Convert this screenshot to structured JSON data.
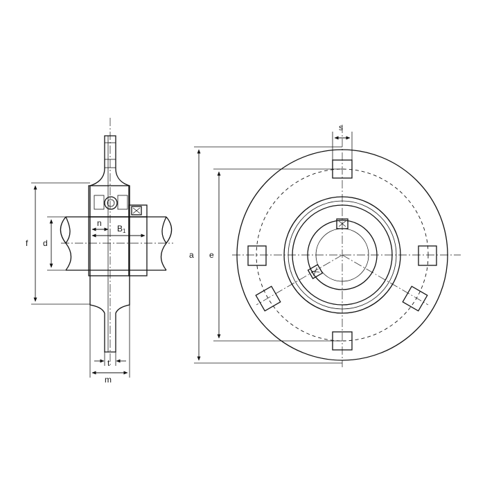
{
  "side_view": {
    "labels": {
      "f": "f",
      "d": "d",
      "n": "n",
      "b1_main": "B",
      "b1_sub": "1",
      "t": "t",
      "m": "m"
    }
  },
  "front_view": {
    "labels": {
      "a": "a",
      "e": "e",
      "s": "s"
    }
  }
}
